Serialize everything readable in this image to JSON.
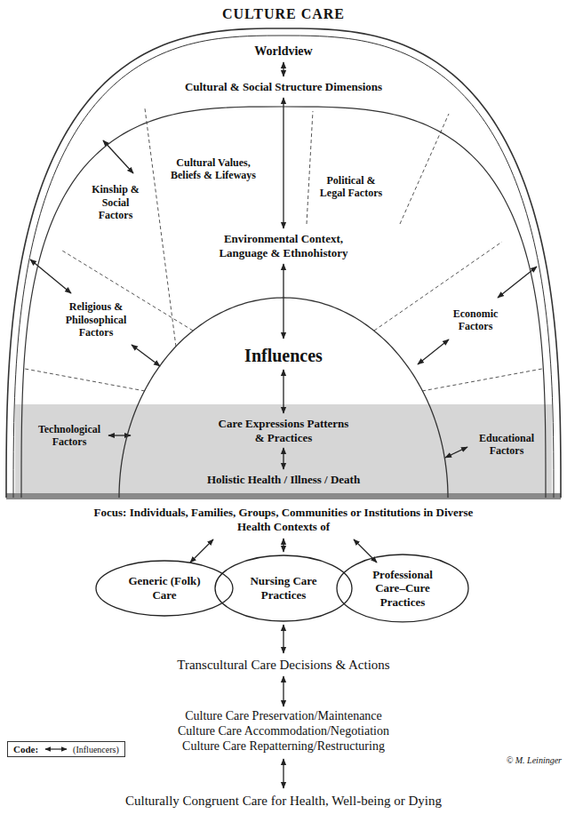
{
  "diagram": {
    "title": "CULTURE CARE",
    "nodes": [
      {
        "text": [
          "Worldview",
          "Cultural & Social Structure Dimensions"
        ]
      },
      {
        "text": [
          "Kinship & Social Factors",
          "Cultural Values, Beliefs & Lifeways",
          "Political & Legal Factors",
          "Environmental Context, Language & Ethnohistory",
          "Religious & Philosophical Factors",
          "Economic Factors",
          "Technological Factors",
          "Educational Factors"
        ],
        "in": 0
      },
      {
        "text": [
          "Influences",
          "Care Expressions Patterns & Practices",
          "Holistic Health / Illness / Death"
        ],
        "in": 1
      },
      {
        "text": [
          "Generic (Folk) Care"
        ]
      },
      {
        "text": [
          "Nursing Care Practices"
        ]
      },
      {
        "text": [
          "Professional Care–Cure Practices"
        ]
      }
    ],
    "labels": [
      "Focus: Individuals, Families, Groups, Communities or Institutions in Diverse Health Contexts of",
      "Transcultural Care Decisions & Actions",
      "Culture Care Preservation/Maintenance",
      "Culture Care Accommodation/Negotiation",
      "Culture Care Repatterning/Restructuring",
      "Code:",
      "© M. Leininger",
      "Culturally Congruent Care for Health, Well-being or Dying"
    ],
    "legend": [
      {
        "text": "(Influencers)"
      }
    ]
  }
}
